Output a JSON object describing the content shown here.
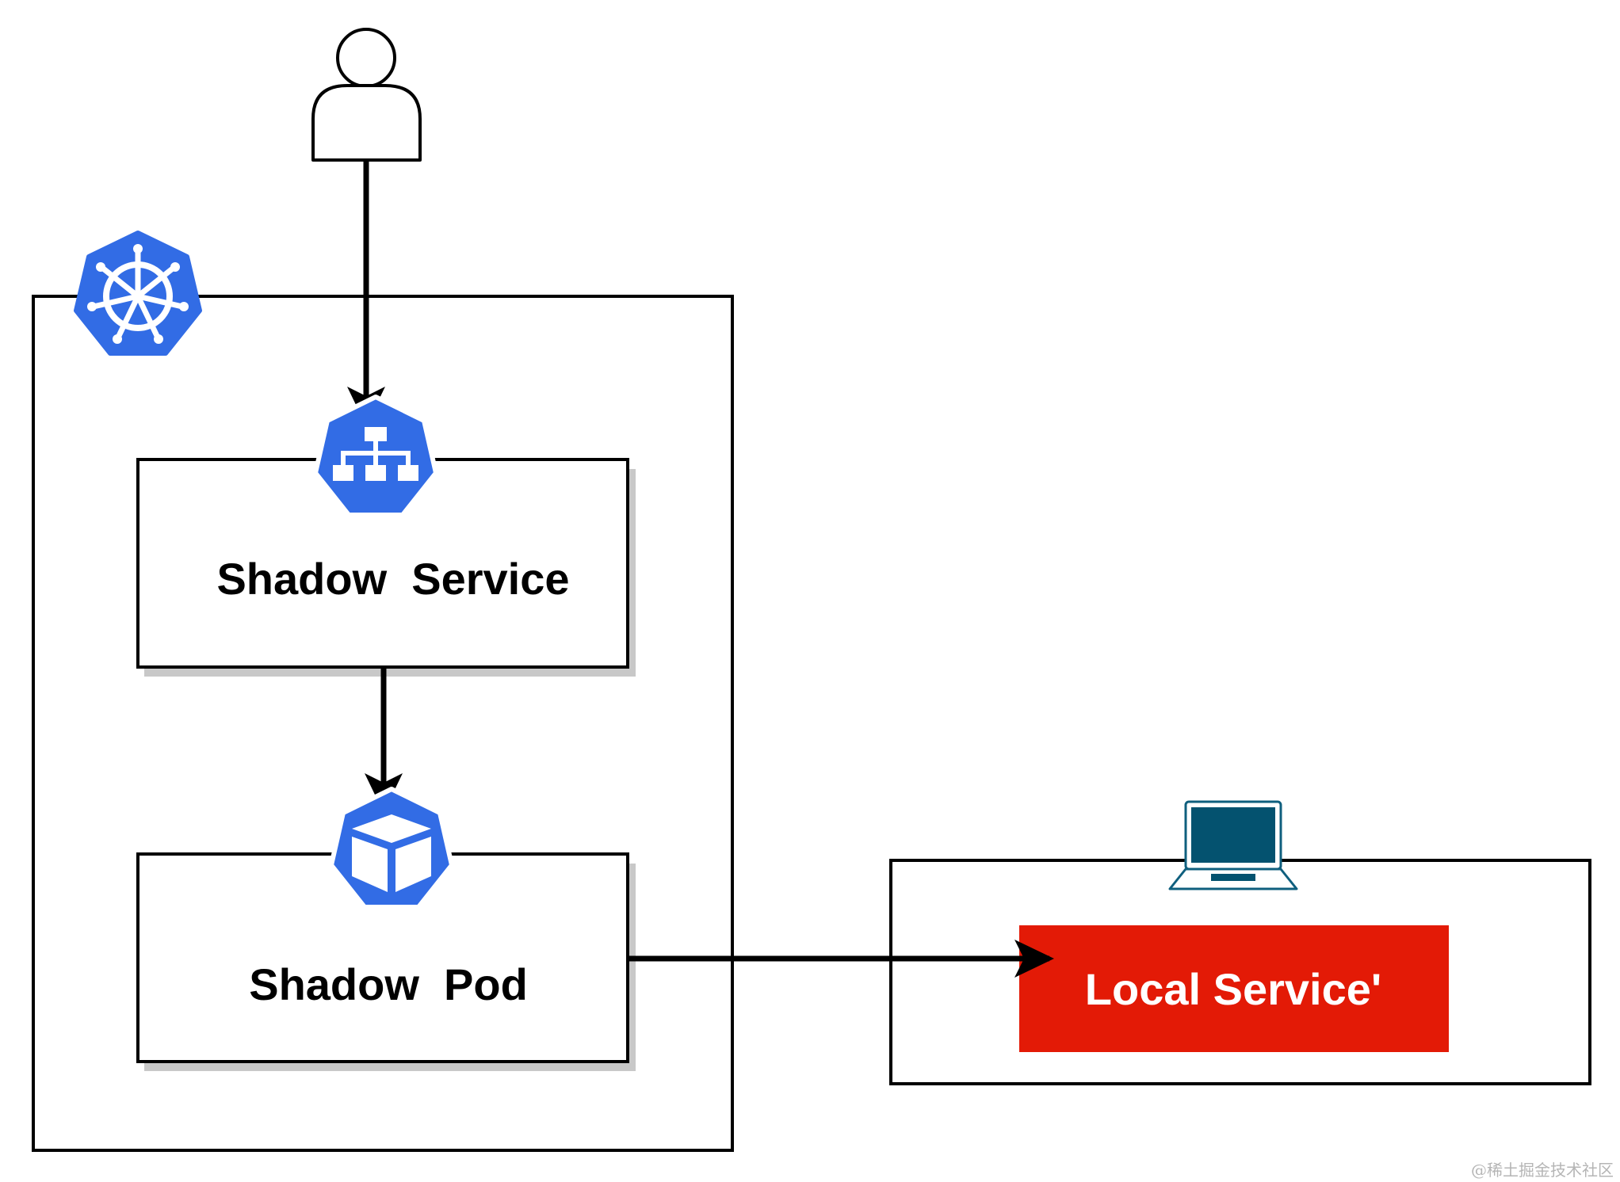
{
  "nodes": {
    "shadow_service": {
      "label": "Shadow  Service"
    },
    "shadow_pod": {
      "label": "Shadow  Pod"
    },
    "local_service": {
      "label": "Local Service'"
    }
  },
  "watermark": {
    "text": "@稀土掘金技术社区"
  },
  "colors": {
    "k8s_blue": "#326ce5",
    "local_service_red": "#e31a06",
    "laptop_screen": "#04526f",
    "laptop_outline": "#0f5f7e",
    "shadow": "#c8c8c8",
    "line": "#000000"
  },
  "icons": {
    "user": "user-icon",
    "cluster": "kubernetes-wheel-icon",
    "service": "kubernetes-service-icon",
    "pod": "kubernetes-pod-icon",
    "laptop": "laptop-icon"
  }
}
